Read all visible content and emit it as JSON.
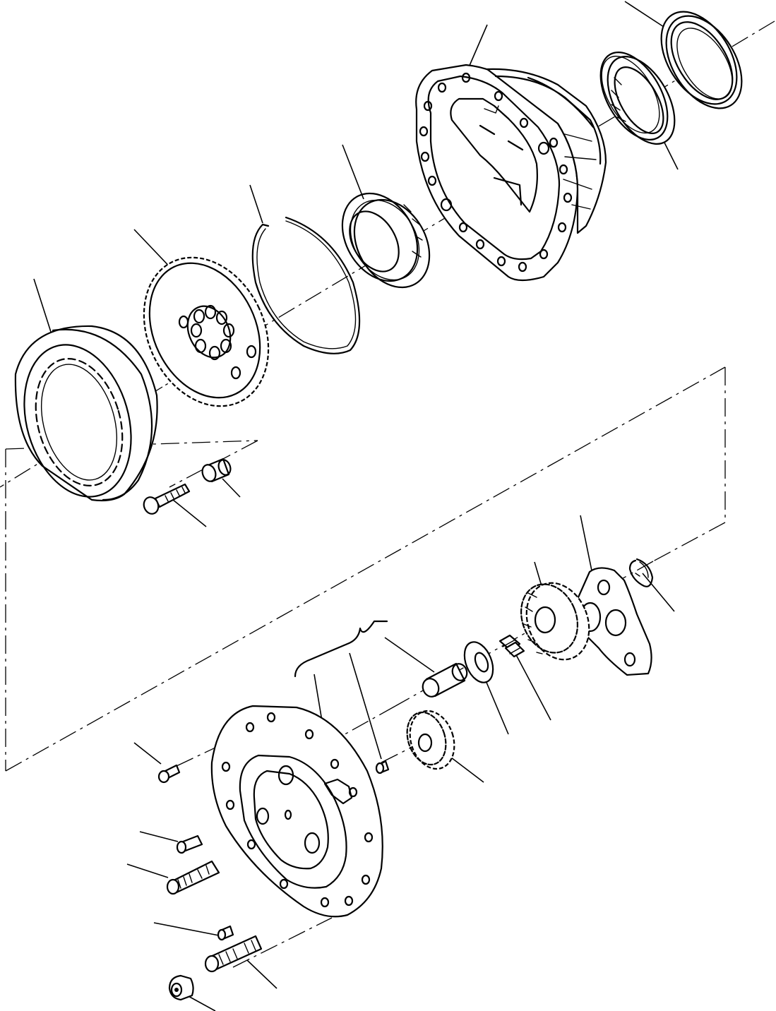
{
  "diagram": {
    "type": "exploded-parts-view",
    "background": "#ffffff",
    "ink": "#000000",
    "parts": [
      {
        "id": "seal-ring",
        "icon": "seal-ring-icon"
      },
      {
        "id": "hub-housing",
        "icon": "hub-housing-icon"
      },
      {
        "id": "taper-bearing-outer",
        "icon": "taper-bearing-icon"
      },
      {
        "id": "taper-bearing-inner",
        "icon": "taper-bearing-icon"
      },
      {
        "id": "snap-ring",
        "icon": "snap-ring-icon"
      },
      {
        "id": "ring-gear-hub",
        "icon": "gear-disc-icon"
      },
      {
        "id": "ring-gear",
        "icon": "ring-gear-icon"
      },
      {
        "id": "bolt",
        "icon": "bolt-icon"
      },
      {
        "id": "spacer-bushing",
        "icon": "bushing-icon"
      },
      {
        "id": "retaining-plate",
        "icon": "plate-icon"
      },
      {
        "id": "circlip",
        "icon": "circlip-icon"
      },
      {
        "id": "planet-gear",
        "icon": "spur-gear-icon"
      },
      {
        "id": "needle-rollers",
        "icon": "needle-roller-icon"
      },
      {
        "id": "thrust-washer",
        "icon": "washer-icon"
      },
      {
        "id": "planet-pin",
        "icon": "pin-icon"
      },
      {
        "id": "planet-gear-small",
        "icon": "spur-gear-icon"
      },
      {
        "id": "planet-carrier",
        "icon": "carrier-icon"
      },
      {
        "id": "plug-screw",
        "icon": "plug-icon"
      },
      {
        "id": "cap-screw",
        "icon": "screw-icon"
      },
      {
        "id": "dowel-pin",
        "icon": "dowel-icon"
      },
      {
        "id": "stud-short",
        "icon": "stud-icon"
      },
      {
        "id": "set-screw",
        "icon": "set-screw-icon"
      },
      {
        "id": "stud-long",
        "icon": "stud-icon"
      },
      {
        "id": "wheel-nut",
        "icon": "nut-icon"
      }
    ]
  }
}
